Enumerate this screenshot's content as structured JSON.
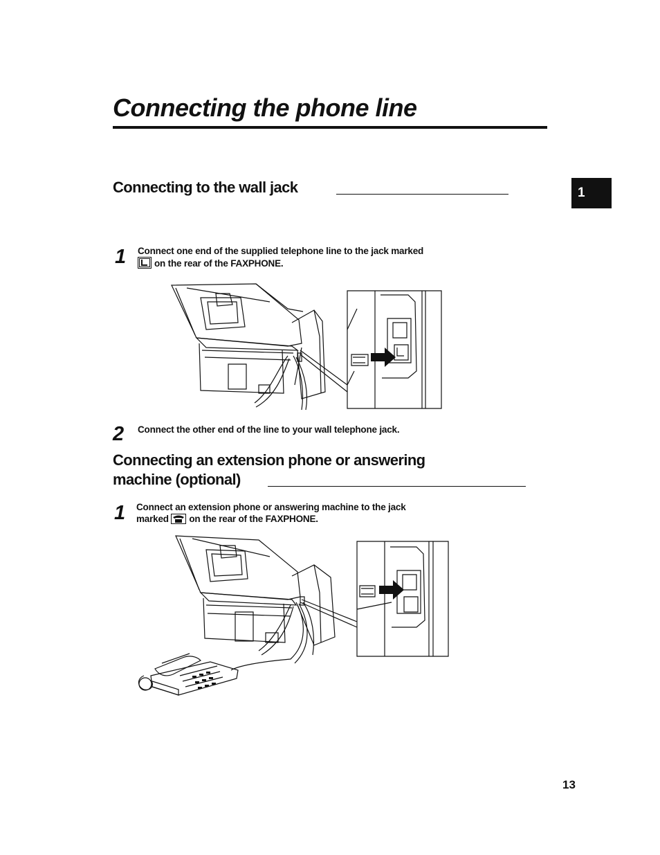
{
  "page": {
    "title": "Connecting the phone line",
    "chapter_tab": "1",
    "page_number": "13"
  },
  "section_wall_jack": {
    "heading": "Connecting to the wall jack",
    "steps": [
      {
        "number": "1",
        "line1": "Connect one end of the supplied telephone line to the jack marked",
        "line2": "on the rear of the FAXPHONE."
      },
      {
        "number": "2",
        "line1": "Connect the other end of the line to your wall telephone jack."
      }
    ]
  },
  "section_extension": {
    "heading_line1": "Connecting an extension phone or answering",
    "heading_line2": "machine (optional)",
    "steps": [
      {
        "number": "1",
        "line1": "Connect an extension phone or answering machine to the jack",
        "line2_pre": "marked",
        "line2_post": "on the rear of the FAXPHONE."
      }
    ]
  },
  "icons": {
    "line_jack": "line-jack-icon",
    "phone_jack": "phone-jack-icon"
  }
}
